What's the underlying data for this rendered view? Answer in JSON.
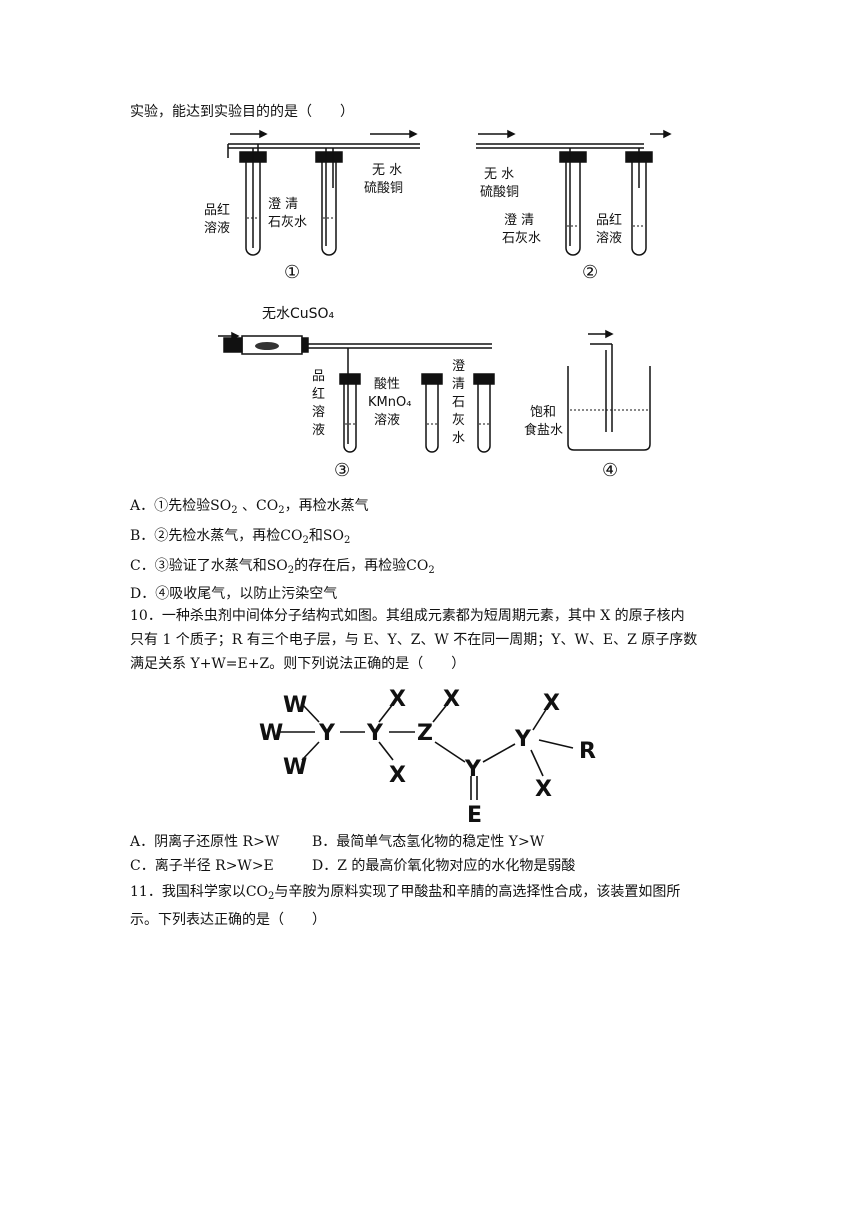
{
  "intro": "实验，能达到实验目的的是（　　）",
  "fig9": {
    "f1": {
      "label_a": "品红",
      "label_b": "溶液",
      "label_c": "澄 清",
      "label_d": "石灰水",
      "label_e": "无 水",
      "label_f": "硫酸铜",
      "num": "①"
    },
    "f2": {
      "label_a": "无 水",
      "label_b": "硫酸铜",
      "label_c": "澄 清",
      "label_d": "石灰水",
      "label_e": "品红",
      "label_f": "溶液",
      "num": "②"
    },
    "f3": {
      "cuso4": "无水CuSO₄",
      "pinhong": [
        "品",
        "红",
        "溶",
        "液"
      ],
      "acid1": "酸性",
      "acid2": "KMnO₄",
      "acid3": "溶液",
      "lime": [
        "澄",
        "清",
        "石",
        "灰",
        "水"
      ],
      "num": "③"
    },
    "f4": {
      "l1": "饱和",
      "l2": "食盐水",
      "num": "④"
    }
  },
  "q9_options": {
    "a_pre": "A．①先检验SO",
    "a_mid": "、CO",
    "a_post": "，再检水蒸气",
    "b_pre": "B．②先检水蒸气，再检CO",
    "b_mid": "和SO",
    "c_pre": "C．③验证了水蒸气和SO",
    "c_mid": "的存在后，再检验CO",
    "d": "D．④吸收尾气，以防止污染空气",
    "sub2": "2"
  },
  "q10": {
    "line1": "10．一种杀虫剂中间体分子结构式如图。其组成元素都为短周期元素，其中 X 的原子核内",
    "line2": "只有 1 个质子；R 有三个电子层，与 E、Y、Z、W 不在同一周期；Y、W、E、Z 原子序数",
    "line3": "满足关系 Y+W=E+Z。则下列说法正确的是（　　）",
    "mol": {
      "W": "W",
      "Y": "Y",
      "X": "X",
      "Z": "Z",
      "E": "E",
      "R": "R"
    },
    "optA": "A．阴离子还原性 R>W",
    "optB": "B．最简单气态氢化物的稳定性 Y>W",
    "optC": "C．离子半径 R>W>E",
    "optD": "D．Z 的最高价氧化物对应的水化物是弱酸"
  },
  "q11": {
    "line1_pre": "11．我国科学家以",
    "line1_co": "CO",
    "line1_post": "与辛胺为原料实现了甲酸盐和辛腈的高选择性合成，该装置如图所",
    "line2": "示。下列表达正确的是（　　）"
  }
}
